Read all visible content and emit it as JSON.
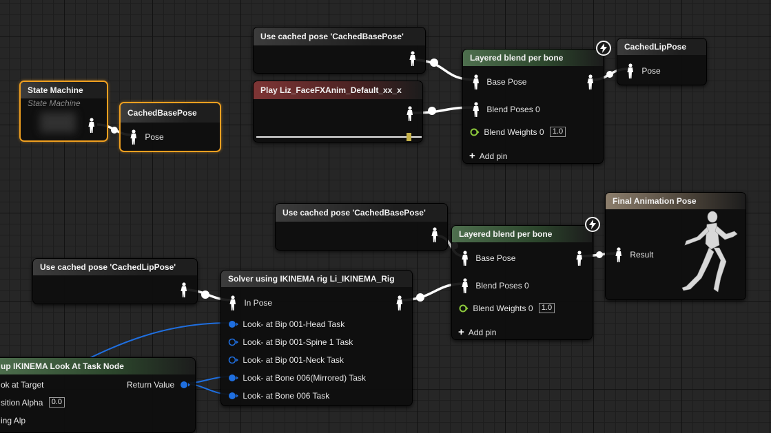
{
  "nodes": {
    "state_machine": {
      "title": "State Machine",
      "subtitle": "State Machine"
    },
    "save_cached_base": {
      "title": "CachedBasePose",
      "pin_pose": "Pose"
    },
    "use_cached_base_1": {
      "title": "Use cached pose 'CachedBasePose'"
    },
    "play_anim": {
      "title": "Play Liz_FaceFXAnim_Default_xx_x",
      "progress": 0.92
    },
    "layered_blend_1": {
      "title": "Layered blend per bone",
      "base_pose": "Base Pose",
      "blend_poses": "Blend Poses 0",
      "blend_weights": "Blend Weights 0",
      "blend_weights_value": "1.0",
      "add_pin": "Add pin"
    },
    "save_cached_lip": {
      "title": "CachedLipPose",
      "pin_pose": "Pose"
    },
    "use_cached_base_2": {
      "title": "Use cached pose 'CachedBasePose'"
    },
    "layered_blend_2": {
      "title": "Layered blend per bone",
      "base_pose": "Base Pose",
      "blend_poses": "Blend Poses 0",
      "blend_weights": "Blend Weights 0",
      "blend_weights_value": "1.0",
      "add_pin": "Add pin"
    },
    "final_pose": {
      "title": "Final Animation Pose",
      "pin_result": "Result"
    },
    "use_cached_lip": {
      "title": "Use cached pose 'CachedLipPose'"
    },
    "solver": {
      "title": "Solver using IKINEMA rig Li_IKINEMA_Rig",
      "in_pose": "In Pose",
      "tasks": [
        "Look- at  Bip 001-Head Task",
        "Look- at  Bip 001-Spine 1 Task",
        "Look- at  Bip 001-Neck Task",
        "Look- at  Bone 006(Mirrored) Task",
        "Look- at  Bone 006 Task"
      ]
    },
    "setup_task": {
      "title": "up IKINEMA Look At Task Node",
      "pin_target": "ok at Target",
      "pin_return": "Return Value",
      "pin_alpha": "sition Alpha",
      "pin_alpha_value": "0.0",
      "pin_extra": "ing Alp"
    }
  },
  "colors": {
    "pose_wire": "#ffffff",
    "struct_pin": "#1f6fe0",
    "float_pin": "#8cc83c",
    "selection": "#f0a020"
  },
  "icons": {
    "pose_pin": "person-figure-icon",
    "bolt": "lightning-bolt-icon",
    "add": "plus-icon"
  }
}
